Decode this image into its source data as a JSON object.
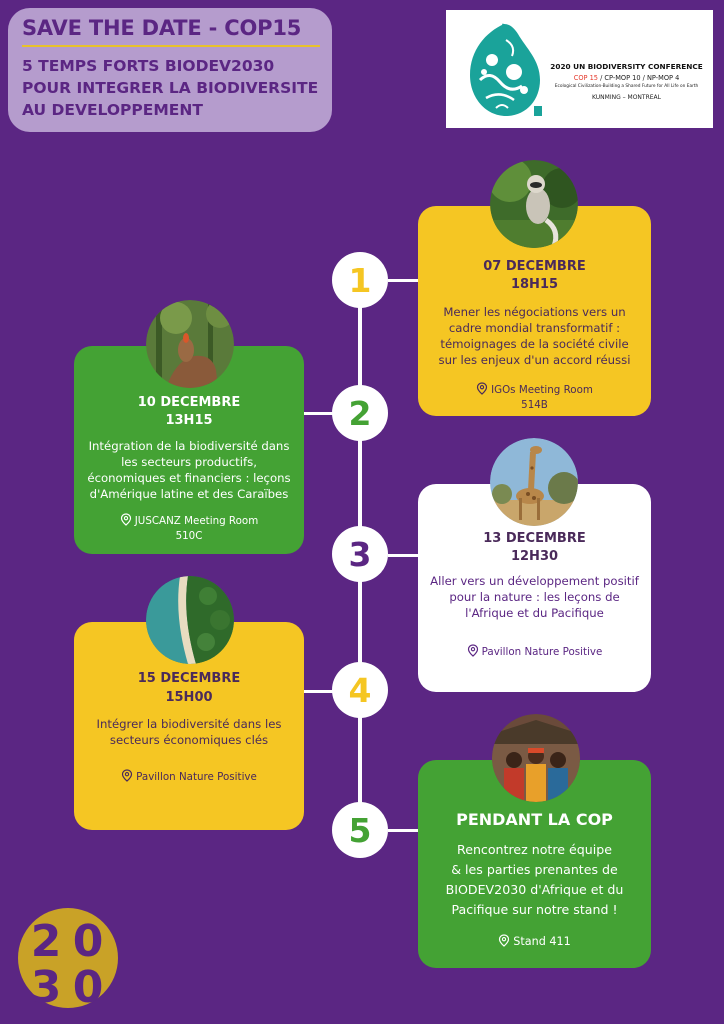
{
  "header": {
    "title": "SAVE THE DATE - COP15",
    "subtitle_lines": [
      "5 TEMPS FORTS BIODEV2030",
      "POUR INTEGRER LA BIODIVERSITE",
      "AU DEVELOPPEMENT"
    ]
  },
  "conference_logo": {
    "title": "2020 UN BIODIVERSITY CONFERENCE",
    "cop": "COP 15",
    "sep1": " / ",
    "cpmop": "CP-MOP 10",
    "sep2": " / ",
    "npmop": "NP-MOP 4",
    "tagline": "Ecological Civilization-Building a Shared Future for All Life on Earth",
    "location": "KUNMING – MONTREAL",
    "icon": "biodiversity-emblem",
    "accent_color": "#1aa39a",
    "red_color": "#e53b2e"
  },
  "events": [
    {
      "number": "1",
      "date": "07 DECEMBRE",
      "time": "18H15",
      "description": [
        "Mener les négociations vers un",
        "cadre mondial transformatif :",
        "témoignages de la société civile",
        "sur les enjeux d'un accord réussi"
      ],
      "location_lines": [
        "IGOs Meeting Room",
        "514B"
      ],
      "photo": "lemur-photo"
    },
    {
      "number": "2",
      "date": "10 DECEMBRE",
      "time": "13H15",
      "description": [
        "Intégration de la biodiversité dans",
        "les secteurs productifs,",
        "économiques et financiers : leçons",
        "d'Amérique latine et des Caraïbes"
      ],
      "location_lines": [
        "JUSCANZ Meeting Room",
        "510C"
      ],
      "photo": "hand-seeds-photo"
    },
    {
      "number": "3",
      "date": "13 DECEMBRE",
      "time": "12H30",
      "description": [
        "Aller vers un développement positif",
        "pour la nature : les leçons de",
        "l'Afrique et du Pacifique"
      ],
      "location_lines": [
        "Pavillon Nature Positive"
      ],
      "photo": "giraffe-photo"
    },
    {
      "number": "4",
      "date": "15 DECEMBRE",
      "time": "15H00",
      "description": [
        "Intégrer la biodiversité dans les",
        "secteurs économiques clés"
      ],
      "location_lines": [
        "Pavillon Nature Positive"
      ],
      "photo": "coast-aerial-photo"
    },
    {
      "number": "5",
      "title": "PENDANT LA COP",
      "description": [
        "Rencontrez notre équipe",
        "& les parties prenantes de",
        "BIODEV2030 d'Afrique et du",
        "Pacifique sur notre stand !"
      ],
      "location_lines": [
        "Stand 411"
      ],
      "photo": "people-photo"
    }
  ],
  "colors": {
    "background": "#5b2683",
    "yellow": "#f5c623",
    "green": "#44a234",
    "white": "#ffffff",
    "header_bg": "#b59ccd",
    "gold": "#c9a227"
  },
  "brand_logo": {
    "icon": "biodev2030-logo",
    "glyphs": [
      "2",
      "0",
      "3",
      "0"
    ]
  }
}
